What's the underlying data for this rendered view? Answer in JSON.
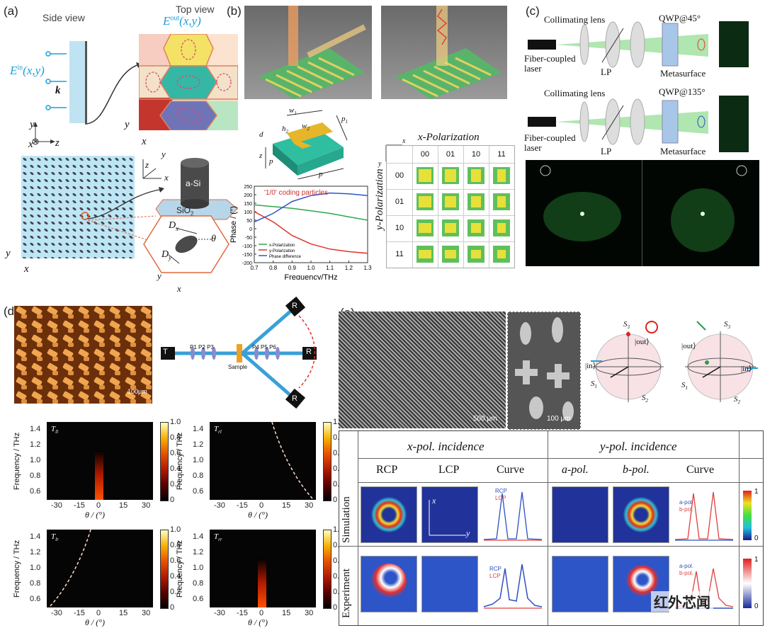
{
  "panels": {
    "a": {
      "label": "(a)",
      "side_view": "Side view",
      "top_view": "Top view",
      "e_out_base": "E",
      "e_out_sup": "out",
      "e_out_args": "(x,y)",
      "e_in_base": "E",
      "e_in_sup": "in",
      "e_in_args": "(x,y)",
      "k": "k",
      "ax_x": "x",
      "ax_y": "y",
      "ax_z": "z",
      "asi": "a-Si",
      "sio2_base": "SiO",
      "sio2_sub": "2",
      "dx_base": "D",
      "dx_sub": "x",
      "dy_base": "D",
      "dy_sub": "y",
      "theta": "θ"
    },
    "b": {
      "label": "(b)",
      "dims": {
        "w1": "w",
        "w1_sub": "1",
        "p1": "p",
        "p1_sub": "1",
        "w2": "w",
        "w2_sub": "2",
        "h2": "h",
        "h2_sub": "2",
        "d": "d",
        "p": "p",
        "p2": "p",
        "z": "z"
      },
      "chart_annotation": "'1/0' coding particles",
      "legend": [
        "x-Polarization",
        "y-Polarization",
        "Phase difference"
      ],
      "table_title": "x-Polarization",
      "table_side": "y-Polarization",
      "col_codes": [
        "00",
        "01",
        "10",
        "11"
      ],
      "row_codes": [
        "00",
        "01",
        "10",
        "11"
      ],
      "axis_x_small": "x",
      "axis_y_small": "y"
    },
    "c": {
      "label": "(c)",
      "collimating_lens": "Collimating lens",
      "qwp1": "QWP@45°",
      "qwp2": "QWP@135°",
      "laser_line1": "Fiber-coupled",
      "laser_line2": "laser",
      "lp": "LP",
      "metasurface": "Metasurface"
    },
    "d": {
      "label": "(d)",
      "scale": "100μm",
      "tx": "T",
      "rx": "R",
      "p_left": [
        "P1",
        "P2",
        "P3"
      ],
      "p_right": [
        "P4",
        "P5",
        "P6"
      ],
      "sample": "Sample",
      "maps": [
        {
          "name_base": "T",
          "name_sub": "ll"
        },
        {
          "name_base": "T",
          "name_sub": "rl"
        },
        {
          "name_base": "T",
          "name_sub": "lr"
        },
        {
          "name_base": "T",
          "name_sub": "rr"
        }
      ],
      "ylabel": "Frequency / THz",
      "xlabel": "θ / (°)",
      "yticks": [
        "1.4",
        "1.2",
        "1.0",
        "0.8",
        "0.6"
      ],
      "xticks": [
        "-30",
        "-15",
        "0",
        "15",
        "30"
      ],
      "cbar_ticks": [
        "1.0",
        "0.8",
        "0.6",
        "0.4",
        "0.2",
        "0"
      ]
    },
    "e": {
      "label": "(e)",
      "scale1": "500 μm",
      "scale2": "100 μm",
      "s3": "S",
      "s3_sub": "3",
      "s1": "S",
      "s1_sub": "1",
      "s2": "S",
      "s2_sub": "2",
      "out": "|out⟩",
      "in": "|in⟩",
      "header_x": "x-pol. incidence",
      "header_y": "y-pol. incidence",
      "cols": [
        "RCP",
        "LCP",
        "Curve",
        "a-pol.",
        "b-pol.",
        "Curve"
      ],
      "rows": [
        "Simulation",
        "Experiment"
      ],
      "legend_x": [
        "RCP",
        "LCP"
      ],
      "legend_y": [
        "a-pol.",
        "b-pol."
      ],
      "inset_x": "x",
      "inset_y": "y",
      "cbar_top": "1",
      "cbar_bottom": "0",
      "watermark": "红外芯闻"
    }
  },
  "chart_data": {
    "type": "line",
    "title": "'1/0' coding particles",
    "xlabel": "Frequency/THz",
    "ylabel": "Phase / (°)",
    "xlim": [
      0.7,
      1.3
    ],
    "ylim": [
      -200,
      250
    ],
    "xticks": [
      "0.7",
      "0.8",
      "0.9",
      "1.0",
      "1.1",
      "1.2",
      "1.3"
    ],
    "yticks": [
      "-200",
      "-150",
      "-100",
      "-50",
      "0",
      "50",
      "100",
      "150",
      "200",
      "250"
    ],
    "x": [
      0.7,
      0.8,
      0.9,
      1.0,
      1.1,
      1.2,
      1.3
    ],
    "series": [
      {
        "name": "x-Polarization",
        "color": "#2ea84a",
        "values": [
          140,
          130,
          120,
          105,
          90,
          70,
          50
        ]
      },
      {
        "name": "y-Polarization",
        "color": "#e0352b",
        "values": [
          100,
          40,
          -40,
          -90,
          -120,
          -135,
          -145
        ]
      },
      {
        "name": "Phase difference",
        "color": "#2d56c8",
        "values": [
          40,
          90,
          160,
          195,
          210,
          205,
          195
        ]
      }
    ],
    "legend_position": "lower-left",
    "grid": false
  }
}
